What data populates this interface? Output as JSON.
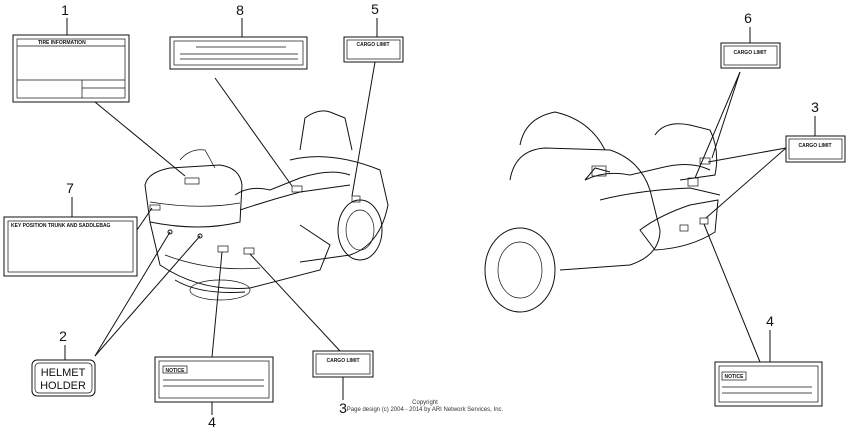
{
  "callouts": [
    {
      "id": "1",
      "text": "1"
    },
    {
      "id": "8",
      "text": "8"
    },
    {
      "id": "5",
      "text": "5"
    },
    {
      "id": "6",
      "text": "6"
    },
    {
      "id": "3a",
      "text": "3"
    },
    {
      "id": "7",
      "text": "7"
    },
    {
      "id": "2",
      "text": "2"
    },
    {
      "id": "4a",
      "text": "4"
    },
    {
      "id": "3b",
      "text": "3"
    },
    {
      "id": "4b",
      "text": "4"
    }
  ],
  "labels": {
    "tire_information": "TIRE  INFORMATION",
    "cargo_limit": "CARGO LIMIT",
    "key_position": "KEY POSITION  TRUNK AND SADDLEBAG",
    "helmet_line1": "HELMET",
    "helmet_line2": "HOLDER",
    "notice": "NOTICE"
  },
  "copyright": {
    "line1": "Copyright",
    "line2": "Page design (c) 2004 - 2014 by ARI Network Services, Inc."
  }
}
